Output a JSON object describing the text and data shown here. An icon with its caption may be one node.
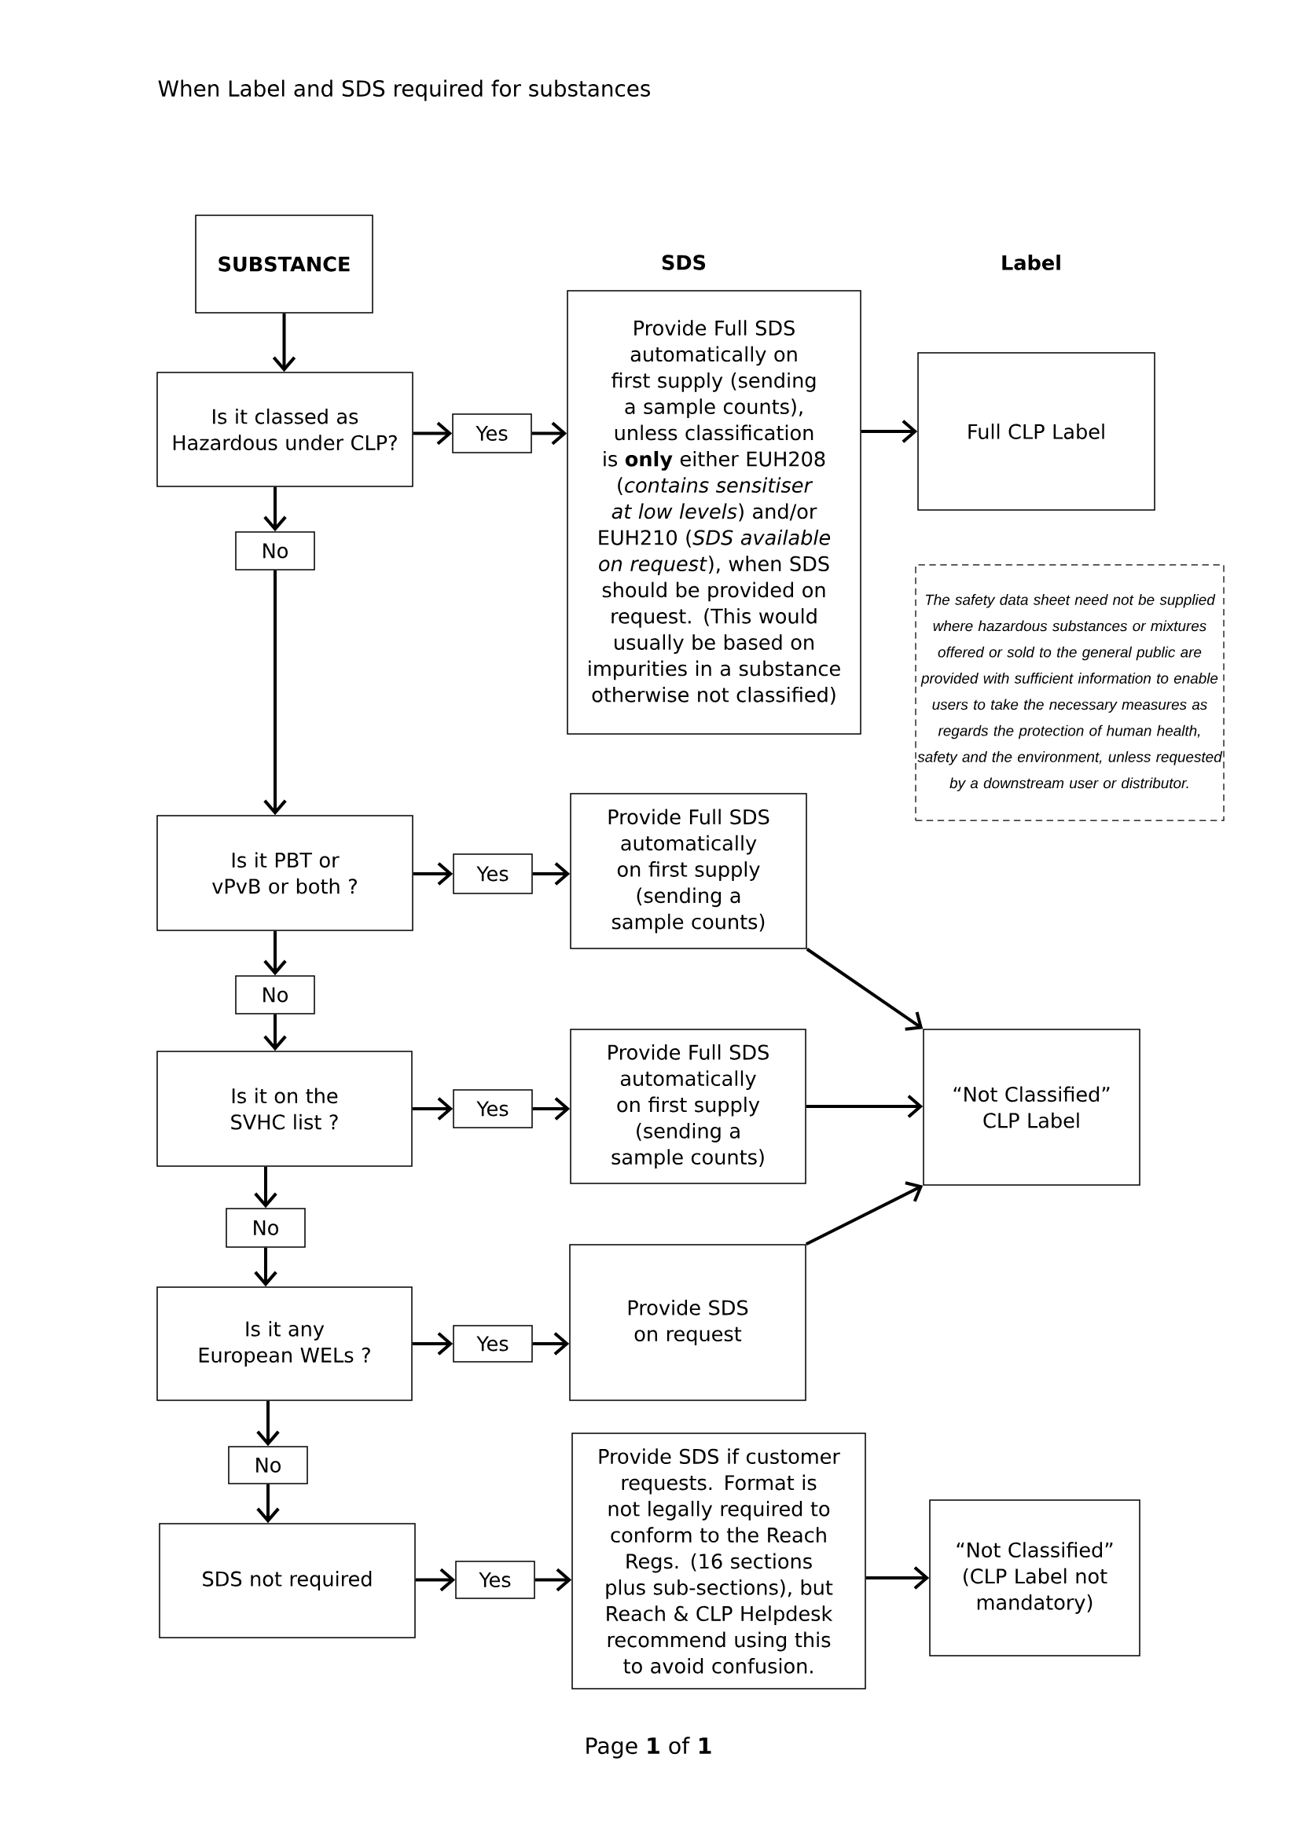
{
  "diagram": {
    "title": "When Label and SDS required for substances",
    "nodes": [
      {
        "text": [
          "SUBSTANCE"
        ]
      },
      {
        "text": [
          "Is it classed as Hazardous under CLP?"
        ]
      },
      {
        "text": [
          "Yes"
        ]
      },
      {
        "text": [
          "Provide Full SDS automatically on first supply (sending a sample counts), unless classification is **only** either EUH208 (*contains sensitiser at low levels*) and/or EUH210 (*SDS available on request*), when SDS should be provided on request. (This would usually be based on impurities in a substance otherwise not classified)"
        ]
      },
      {
        "text": [
          "Full CLP Label"
        ]
      },
      {
        "text": [
          "No"
        ]
      },
      {
        "text": [
          "The safety data sheet need not be supplied where hazardous substances or mixtures offered or sold to the general public are provided with sufficient information to enable users to take the necessary measures as regards the protection of human health, safety and the environment, unless requested by a downstream user or distributor."
        ]
      },
      {
        "text": [
          "Is it PBT or vPvB or both ?"
        ]
      },
      {
        "text": [
          "Yes"
        ]
      },
      {
        "text": [
          "Provide Full SDS automatically on first supply (sending a sample counts)"
        ]
      },
      {
        "text": [
          "No"
        ]
      },
      {
        "text": [
          "Is it on the SVHC list ?"
        ]
      },
      {
        "text": [
          "Yes"
        ]
      },
      {
        "text": [
          "Provide Full SDS automatically on first supply (sending a sample counts)"
        ]
      },
      {
        "text": [
          "“Not Classified” CLP Label"
        ]
      },
      {
        "text": [
          "No"
        ]
      },
      {
        "text": [
          "Is it any European WELs ?"
        ]
      },
      {
        "text": [
          "Yes"
        ]
      },
      {
        "text": [
          "Provide SDS on request"
        ]
      },
      {
        "text": [
          "No"
        ]
      },
      {
        "text": [
          "SDS not required"
        ]
      },
      {
        "text": [
          "Yes"
        ]
      },
      {
        "text": [
          "Provide SDS if customer requests. Format is not legally required to conform to the Reach Regs. (16 sections plus sub-sections), but Reach & CLP Helpdesk recommend using this to avoid confusion."
        ]
      },
      {
        "text": [
          "“Not Classified” (CLP Label not mandatory)"
        ]
      }
    ],
    "edges": [
      {
        "from": 0,
        "to": 1,
        "arrow": "to"
      },
      {
        "from": 1,
        "to": 2,
        "arrow": "to"
      },
      {
        "from": 2,
        "to": 3,
        "arrow": "to"
      },
      {
        "from": 3,
        "to": 4,
        "arrow": "to"
      },
      {
        "from": 1,
        "to": 5,
        "arrow": "to"
      },
      {
        "from": 5,
        "to": 7,
        "arrow": "to"
      },
      {
        "from": 7,
        "to": 8,
        "arrow": "to"
      },
      {
        "from": 8,
        "to": 9,
        "arrow": "to"
      },
      {
        "from": 7,
        "to": 10,
        "arrow": "to"
      },
      {
        "from": 10,
        "to": 11,
        "arrow": "to"
      },
      {
        "from": 11,
        "to": 12,
        "arrow": "to"
      },
      {
        "from": 12,
        "to": 13,
        "arrow": "to"
      },
      {
        "from": 9,
        "to": 14,
        "arrow": "to"
      },
      {
        "from": 13,
        "to": 14,
        "arrow": "to"
      },
      {
        "from": 11,
        "to": 15,
        "arrow": "to"
      },
      {
        "from": 15,
        "to": 16,
        "arrow": "to"
      },
      {
        "from": 16,
        "to": 17,
        "arrow": "to"
      },
      {
        "from": 17,
        "to": 18,
        "arrow": "to"
      },
      {
        "from": 18,
        "to": 14,
        "arrow": "to"
      },
      {
        "from": 16,
        "to": 19,
        "arrow": "to"
      },
      {
        "from": 19,
        "to": 20,
        "arrow": "to"
      },
      {
        "from": 20,
        "to": 21,
        "arrow": "to"
      },
      {
        "from": 21,
        "to": 22,
        "arrow": "to"
      },
      {
        "from": 22,
        "to": 23,
        "arrow": "to"
      }
    ],
    "labels": [
      "SDS",
      "Label",
      "Page **1** of **1**"
    ]
  }
}
